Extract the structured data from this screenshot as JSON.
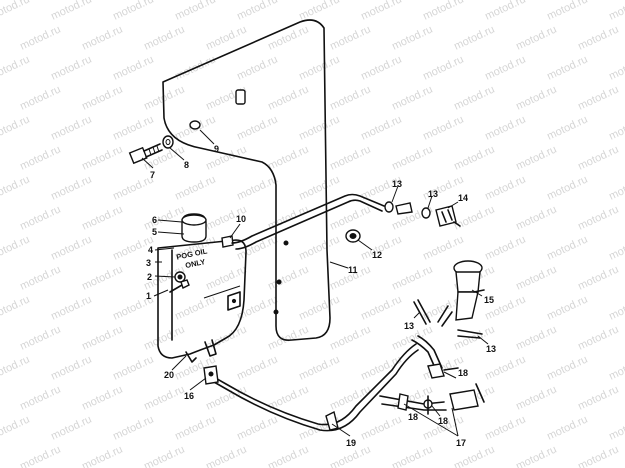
{
  "watermark": "motod.ru",
  "decal": {
    "line1": "POG OIL",
    "line2": "ONLY"
  },
  "callouts": {
    "c1": "1",
    "c2": "2",
    "c3": "3",
    "c4": "4",
    "c5": "5",
    "c6": "6",
    "c7": "7",
    "c8": "8",
    "c9": "9",
    "c10": "10",
    "c11": "11",
    "c12": "12",
    "c13a": "13",
    "c13b": "13",
    "c13c": "13",
    "c13d": "13",
    "c14": "14",
    "c15": "15",
    "c16": "16",
    "c17": "17",
    "c18a": "18",
    "c18b": "18",
    "c18c": "18",
    "c19": "19",
    "c20": "20"
  }
}
